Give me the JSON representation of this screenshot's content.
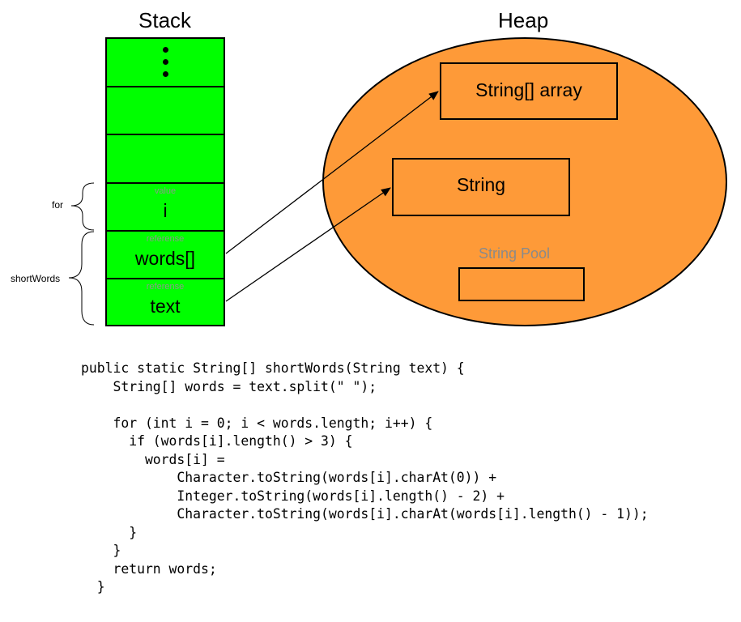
{
  "stack": {
    "title": "Stack",
    "cells": [
      {
        "label": "",
        "value": ""
      },
      {
        "label": "",
        "value": ""
      },
      {
        "label": "value",
        "value": "i"
      },
      {
        "label": "referense",
        "value": "words[]"
      },
      {
        "label": "referense",
        "value": "text"
      }
    ],
    "brace_for": "for",
    "brace_shortwords": "shortWords",
    "color": "#00ff00"
  },
  "heap": {
    "title": "Heap",
    "array_box": "String[] array",
    "string_box": "String",
    "pool_label": "String Pool",
    "color": "#fe9a38"
  },
  "code": [
    "public static String[] shortWords(String text) {",
    "    String[] words = text.split(\" \");",
    "",
    "    for (int i = 0; i < words.length; i++) {",
    "      if (words[i].length() > 3) {",
    "        words[i] =",
    "            Character.toString(words[i].charAt(0)) +",
    "            Integer.toString(words[i].length() - 2) +",
    "            Character.toString(words[i].charAt(words[i].length() - 1));",
    "      }",
    "    }",
    "    return words;",
    "  }"
  ]
}
